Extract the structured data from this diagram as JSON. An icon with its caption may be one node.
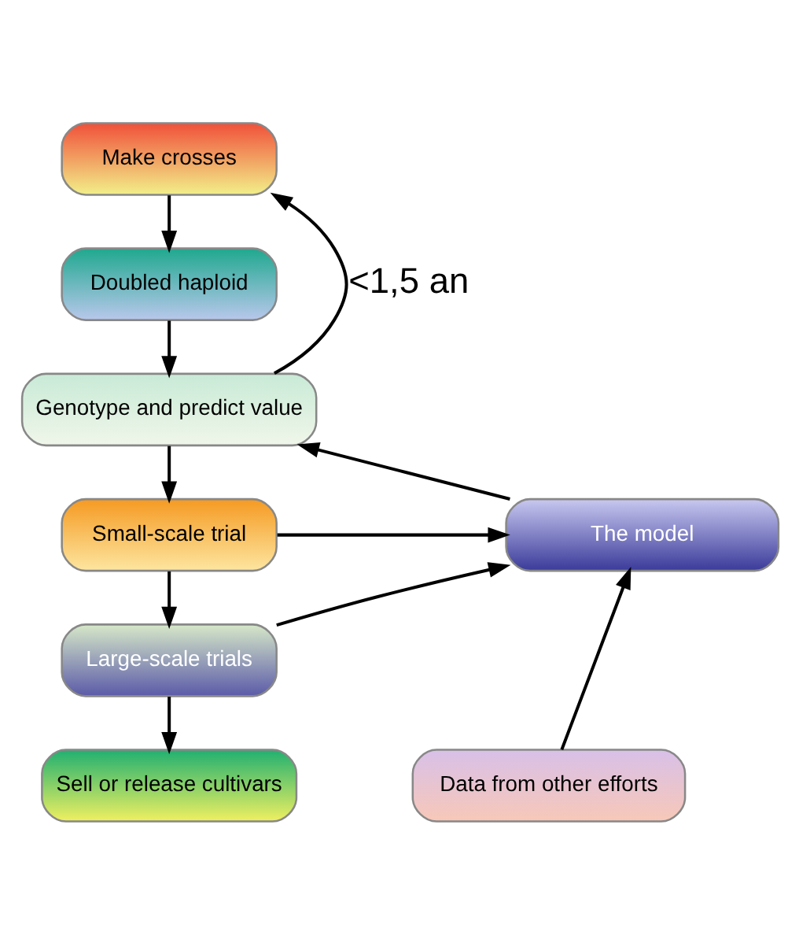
{
  "diagram": {
    "nodes": [
      {
        "text": [
          "Make crosses"
        ]
      },
      {
        "text": [
          "Doubled haploid"
        ]
      },
      {
        "text": [
          "Genotype and predict value"
        ]
      },
      {
        "text": [
          "Small-scale trial"
        ]
      },
      {
        "text": [
          "Large-scale trials"
        ]
      },
      {
        "text": [
          "Sell or release cultivars"
        ]
      },
      {
        "text": [
          "The model"
        ]
      },
      {
        "text": [
          "Data from other efforts"
        ]
      }
    ],
    "edges": [
      {
        "from": 0,
        "to": 1,
        "arrow": "to"
      },
      {
        "from": 1,
        "to": 2,
        "arrow": "to"
      },
      {
        "from": 2,
        "to": 0,
        "arrow": "to",
        "label": "<1,5 an"
      },
      {
        "from": 2,
        "to": 3,
        "arrow": "to"
      },
      {
        "from": 3,
        "to": 4,
        "arrow": "to"
      },
      {
        "from": 4,
        "to": 5,
        "arrow": "to"
      },
      {
        "from": 6,
        "to": 2,
        "arrow": "to"
      },
      {
        "from": 3,
        "to": 6,
        "arrow": "to"
      },
      {
        "from": 4,
        "to": 6,
        "arrow": "to"
      },
      {
        "from": 7,
        "to": 6,
        "arrow": "to"
      }
    ]
  }
}
